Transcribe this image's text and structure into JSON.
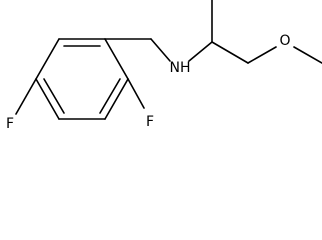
{
  "molecule": {
    "atoms": {
      "fluorine_para": "F",
      "fluorine_ortho": "F",
      "amine": "NH",
      "ether_oxygen": "O"
    }
  }
}
